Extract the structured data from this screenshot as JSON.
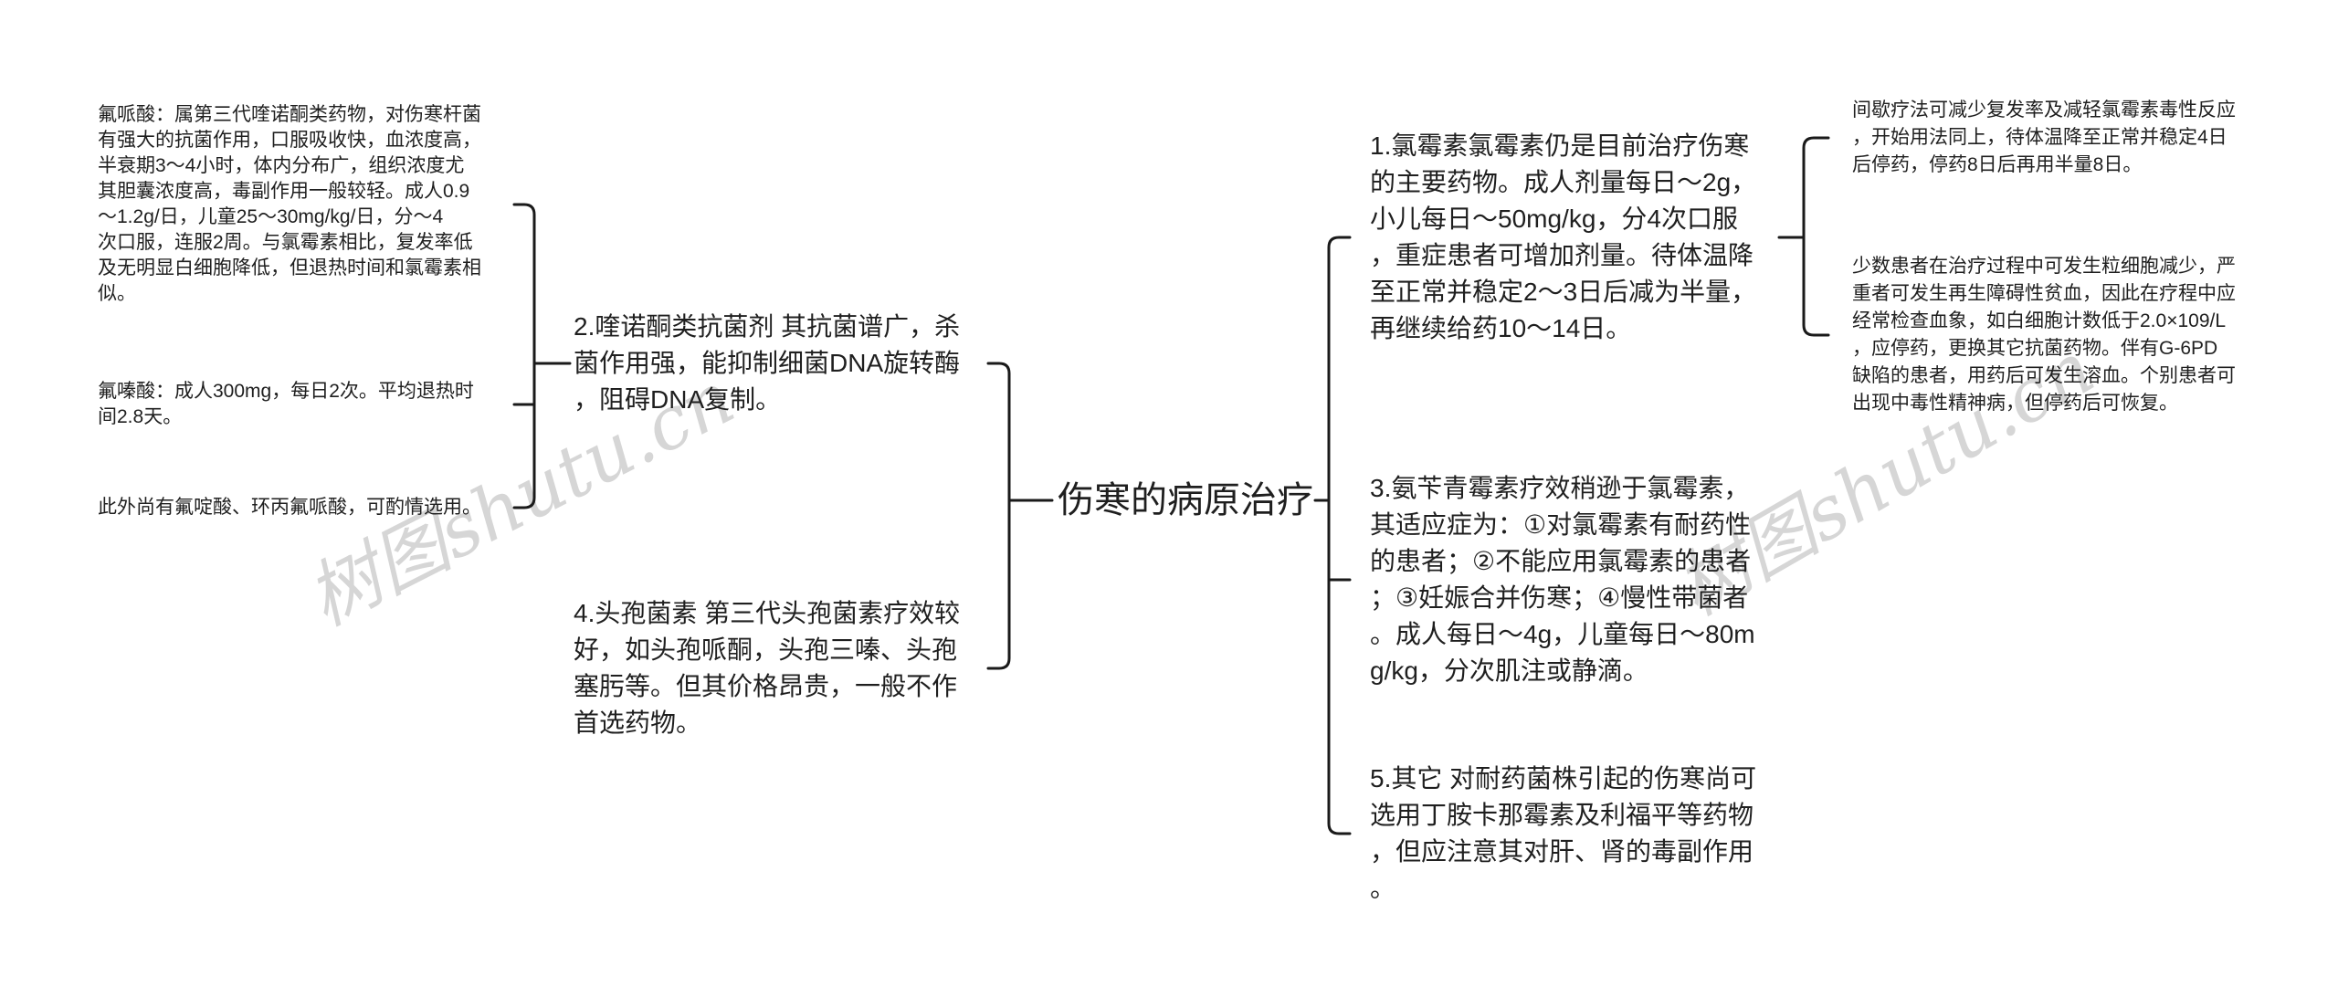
{
  "root": {
    "label": "伤寒的病原治疗"
  },
  "left": {
    "quinolone": {
      "label": "2.喹诺酮类抗菌剂 其抗菌谱广，杀\n菌作用强，能抑制细菌DNA旋转酶\n，阻碍DNA复制。"
    },
    "cephalosporin": {
      "label": "4.头孢菌素 第三代头孢菌素疗效较\n好，如头孢哌酮，头孢三嗪、头孢\n塞肟等。但其价格昂贵，一般不作\n首选药物。"
    },
    "quinolone_children": {
      "fupaisuan": {
        "label": "氟哌酸：属第三代喹诺酮类药物，对伤寒杆菌\n有强大的抗菌作用，口服吸收快，血浓度高，\n半衰期3～4小时，体内分布广，组织浓度尤\n其胆囊浓度高，毒副作用一般较轻。成人0.9\n～1.2g/日，儿童25～30mg/kg/日，分～4\n次口服，连服2周。与氯霉素相比，复发率低\n及无明显白细胞降低，但退热时间和氯霉素相\n似。"
      },
      "fuzinsuan": {
        "label": "氟嗪酸：成人300mg，每日2次。平均退热时\n间2.8天。"
      },
      "others": {
        "label": "此外尚有氟啶酸、环丙氟哌酸，可酌情选用。"
      }
    }
  },
  "right": {
    "chloramphenicol": {
      "label": "1.氯霉素氯霉素仍是目前治疗伤寒\n的主要药物。成人剂量每日～2g，\n小儿每日～50mg/kg，分4次口服\n，重症患者可增加剂量。待体温降\n至正常并稳定2～3日后减为半量，\n再继续给药10～14日。"
    },
    "ampicillin": {
      "label": "3.氨苄青霉素疗效稍逊于氯霉素，\n其适应症为：①对氯霉素有耐药性\n的患者；②不能应用氯霉素的患者\n；③妊娠合并伤寒；④慢性带菌者\n。成人每日～4g，儿童每日～80m\ng/kg，分次肌注或静滴。"
    },
    "other_drugs": {
      "label": "5.其它 对耐药菌株引起的伤寒尚可\n选用丁胺卡那霉素及利福平等药物\n，但应注意其对肝、肾的毒副作用\n。"
    },
    "chloramphenicol_children": {
      "intermittent": {
        "label": "间歇疗法可减少复发率及减轻氯霉素毒性反应\n，开始用法同上，待体温降至正常并稳定4日\n后停药，停药8日后再用半量8日。"
      },
      "adverse": {
        "label": "少数患者在治疗过程中可发生粒细胞减少，严\n重者可发生再生障碍性贫血，因此在疗程中应\n经常检查血象，如白细胞计数低于2.0×109/L\n，应停药，更换其它抗菌药物。伴有G-6PD\n缺陷的患者，用药后可发生溶血。个别患者可\n出现中毒性精神病，但停药后可恢复。"
      }
    }
  },
  "watermark": {
    "text": "树图shutu.cn"
  },
  "colors": {
    "text": "#1f1f1f",
    "connector": "#1a1a1a",
    "watermark": "#d6d6d6",
    "background": "#ffffff"
  }
}
